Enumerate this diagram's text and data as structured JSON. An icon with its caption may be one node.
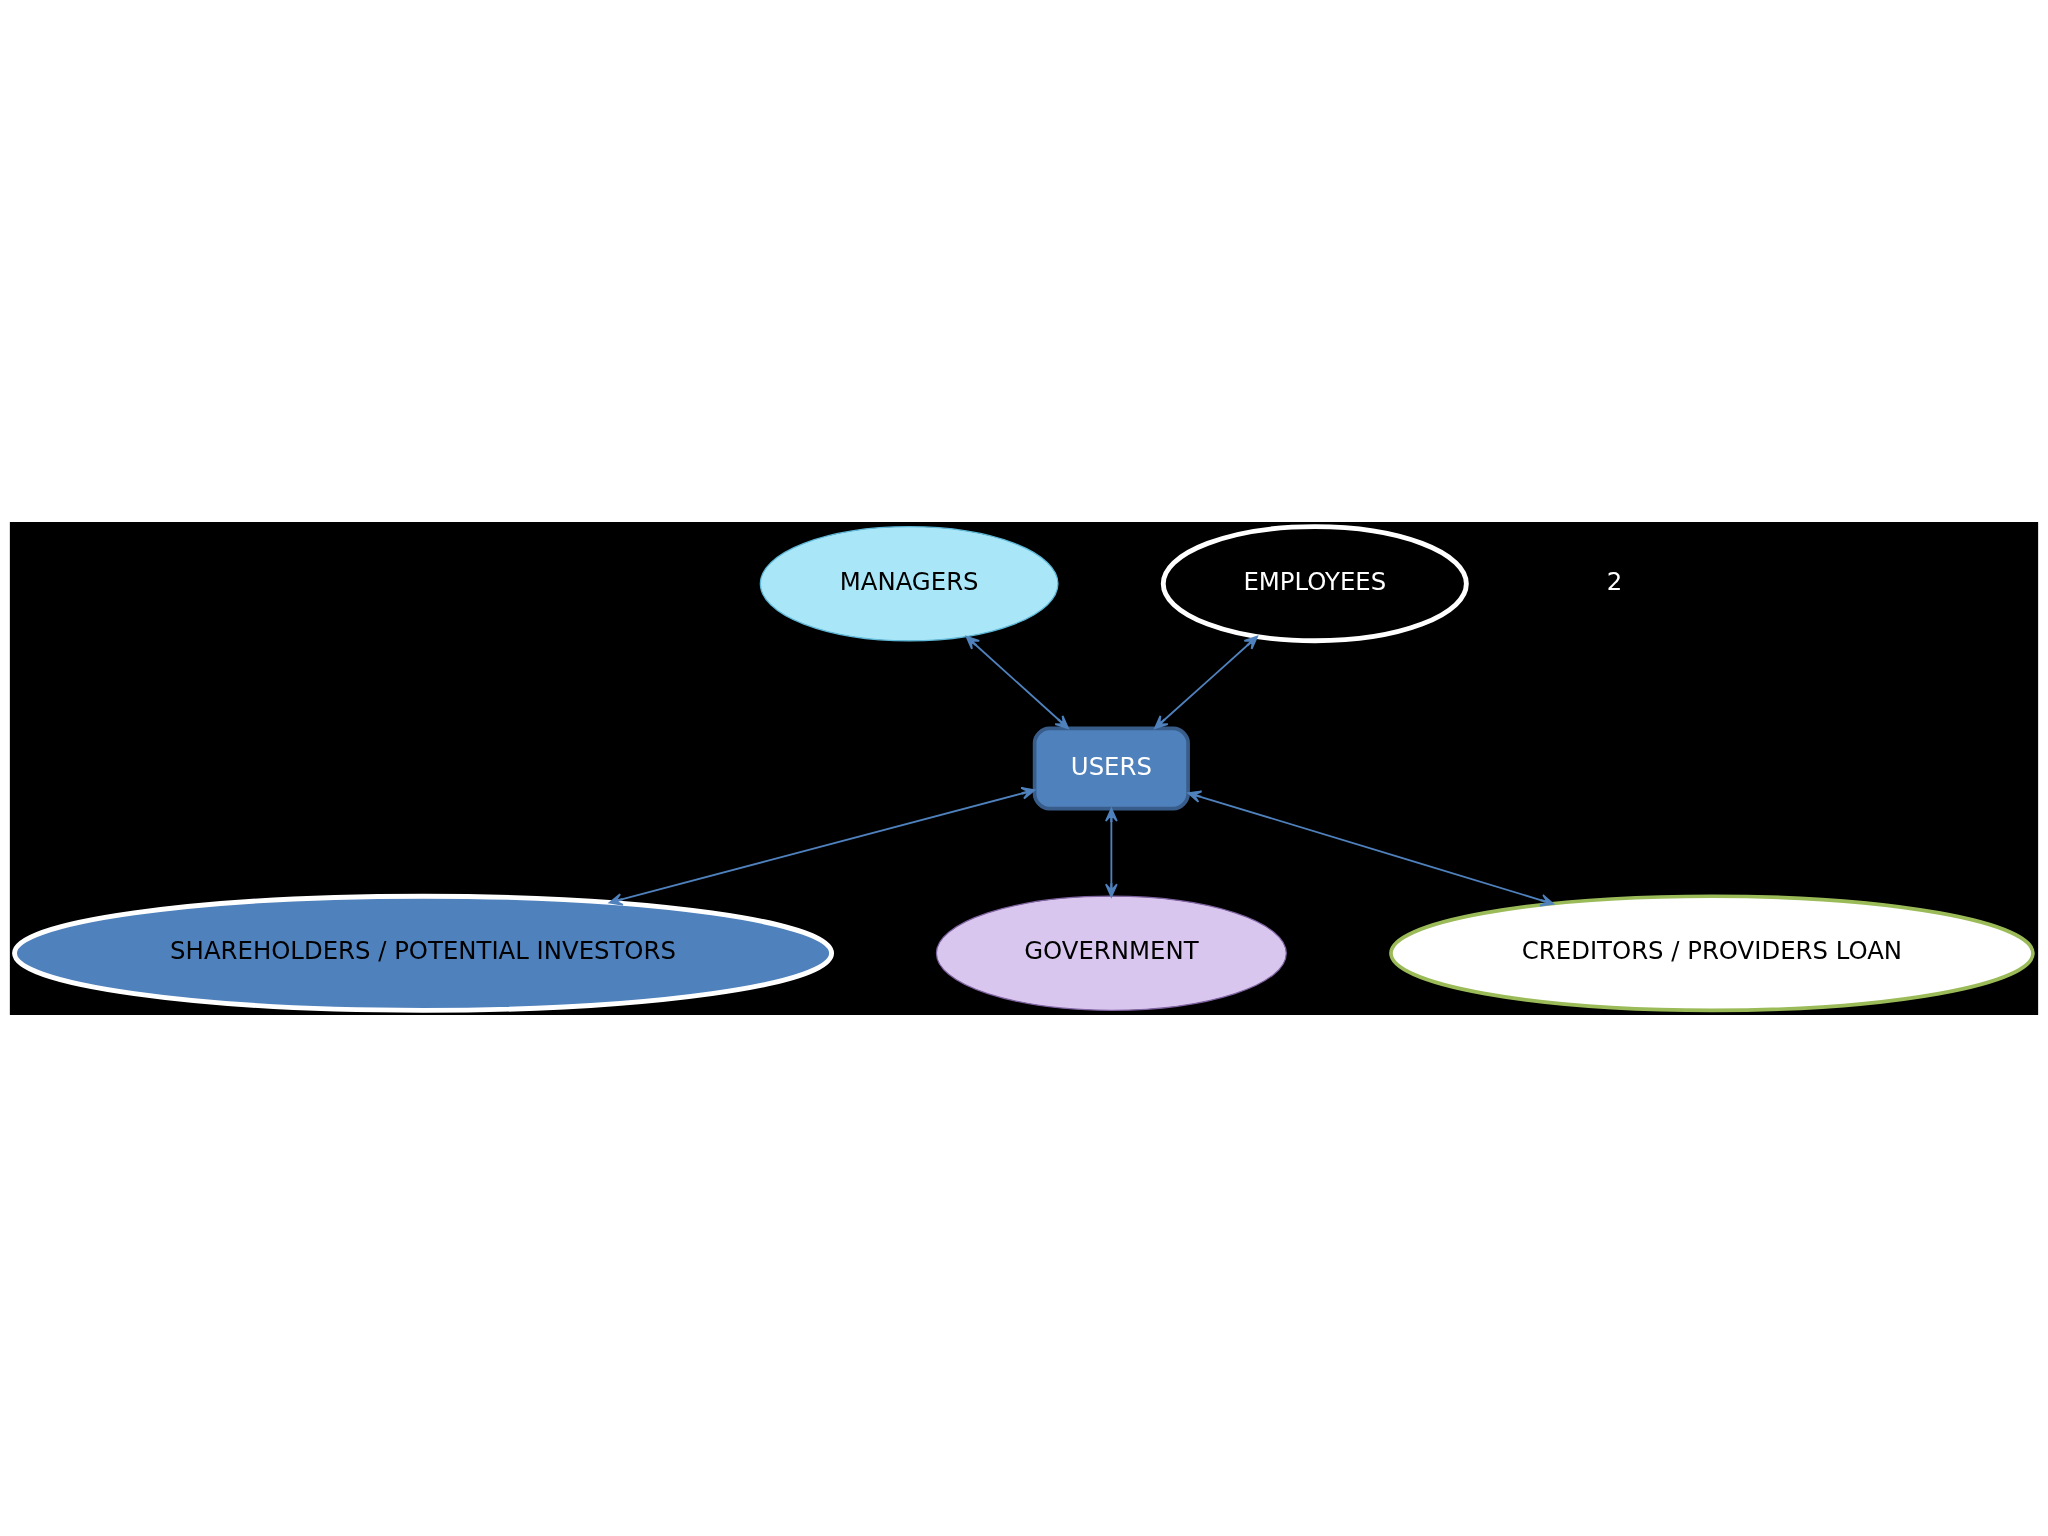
{
  "diagram": {
    "nodes": [
      {
        "text": [
          "MANAGERS"
        ]
      },
      {
        "text": [
          "EMPLOYEES"
        ]
      },
      {
        "text": [
          "USERS"
        ]
      },
      {
        "text": [
          "SHAREHOLDERS / POTENTIAL INVESTORS"
        ]
      },
      {
        "text": [
          "GOVERNMENT"
        ]
      },
      {
        "text": [
          "CREDITORS / PROVIDERS LOAN"
        ]
      }
    ],
    "edges": [
      {
        "from": 2,
        "to": 0,
        "arrow": "both"
      },
      {
        "from": 2,
        "to": 1,
        "arrow": "both"
      },
      {
        "from": 2,
        "to": 3,
        "arrow": "both"
      },
      {
        "from": 2,
        "to": 4,
        "arrow": "both"
      },
      {
        "from": 2,
        "to": 5,
        "arrow": "both"
      }
    ],
    "labels": [
      "2"
    ]
  }
}
